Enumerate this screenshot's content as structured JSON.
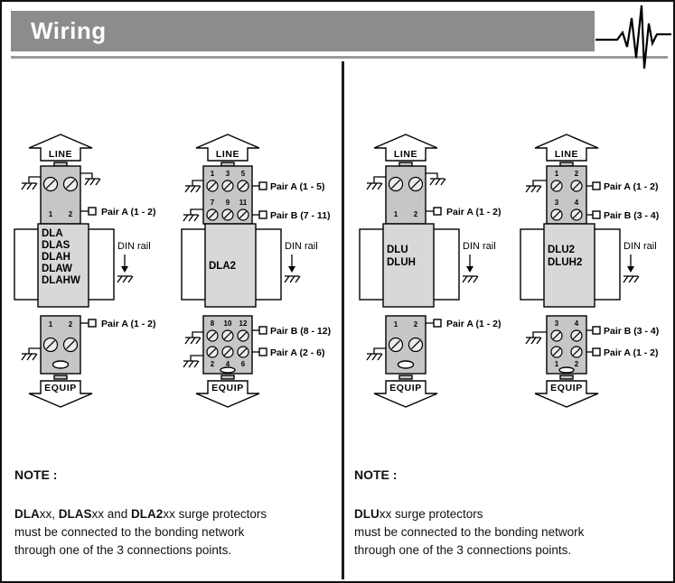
{
  "colors": {
    "header_bar": "#8c8c8c",
    "header_rule": "#9b9b9b",
    "terminal_block": "#c6c6c6",
    "module_body": "#d8d8d8"
  },
  "header": {
    "title": "Wiring"
  },
  "labels": {
    "line": "LINE",
    "equip": "EQUIP",
    "din_rail": "DIN rail"
  },
  "diagrams": [
    {
      "models": [
        "DLA",
        "DLAS",
        "DLAH",
        "DLAW",
        "DLAHW"
      ],
      "top": {
        "rows": [
          {
            "numbers": [
              "1",
              "2"
            ],
            "pair": "Pair A (1 - 2)"
          }
        ]
      },
      "bottom": {
        "rows": [
          {
            "numbers": [
              "1",
              "2"
            ],
            "pair": "Pair A (1 - 2)"
          }
        ]
      }
    },
    {
      "models": [
        "DLA2"
      ],
      "top": {
        "rows": [
          {
            "numbers": [
              "1",
              "3",
              "5"
            ],
            "pair": "Pair A (1 - 5)"
          },
          {
            "numbers": [
              "7",
              "9",
              "11"
            ],
            "pair": "Pair B (7 - 11)"
          }
        ]
      },
      "bottom": {
        "rows": [
          {
            "numbers": [
              "8",
              "10",
              "12"
            ],
            "pair": "Pair B (8 - 12)"
          },
          {
            "numbers": [
              "2",
              "4",
              "6"
            ],
            "pair": "Pair A (2 - 6)"
          }
        ]
      }
    },
    {
      "models": [
        "DLU",
        "DLUH"
      ],
      "top": {
        "rows": [
          {
            "numbers": [
              "1",
              "2"
            ],
            "pair": "Pair A (1 - 2)"
          }
        ]
      },
      "bottom": {
        "rows": [
          {
            "numbers": [
              "1",
              "2"
            ],
            "pair": "Pair A (1 - 2)"
          }
        ]
      }
    },
    {
      "models": [
        "DLU2",
        "DLUH2"
      ],
      "top": {
        "rows": [
          {
            "numbers": [
              "1",
              "2"
            ],
            "pair": "Pair A (1 - 2)"
          },
          {
            "numbers": [
              "3",
              "4"
            ],
            "pair": "Pair B (3 - 4)"
          }
        ]
      },
      "bottom": {
        "rows": [
          {
            "numbers": [
              "3",
              "4"
            ],
            "pair": "Pair B (3 - 4)"
          },
          {
            "numbers": [
              "1",
              "2"
            ],
            "pair": "Pair A (1 - 2)"
          }
        ]
      }
    }
  ],
  "notes": {
    "left": {
      "heading": "NOTE :",
      "line1_segments": [
        {
          "text": "DLA",
          "bold": true
        },
        {
          "text": "xx, ",
          "bold": false
        },
        {
          "text": "DLAS",
          "bold": true
        },
        {
          "text": "xx and ",
          "bold": false
        },
        {
          "text": "DLA2",
          "bold": true
        },
        {
          "text": "xx surge protectors",
          "bold": false
        }
      ],
      "line2": "must be connected to the bonding network",
      "line3": "through one of the 3 connections points."
    },
    "right": {
      "heading": "NOTE :",
      "line1_segments": [
        {
          "text": "DLU",
          "bold": true
        },
        {
          "text": "xx surge protectors",
          "bold": false
        }
      ],
      "line2": "must be connected to the bonding network",
      "line3": "through one of the 3 connections points."
    }
  }
}
